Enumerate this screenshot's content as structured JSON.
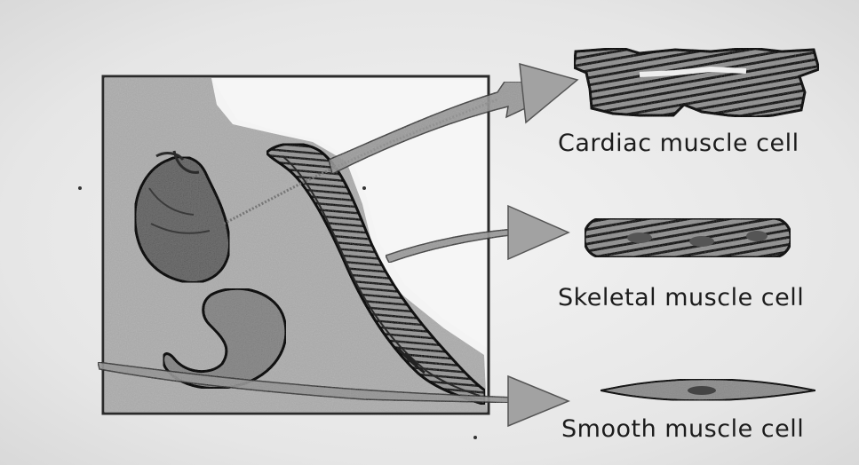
{
  "labels": {
    "cardiac": "Cardiac muscle cell",
    "skeletal": "Skeletal muscle cell",
    "smooth": "Smooth muscle cell"
  },
  "icons": {
    "figure": "human-torso-with-arm",
    "organs": [
      "heart-illustration",
      "stomach-illustration",
      "arm-muscle-illustration"
    ],
    "cells": [
      "cardiac-cell",
      "skeletal-cell",
      "smooth-cell"
    ]
  },
  "colors": {
    "ink": "#1c1c1c",
    "paper": "#e9e9e9",
    "shade": "#9a9a9a",
    "dark_shade": "#5e5e5e"
  }
}
